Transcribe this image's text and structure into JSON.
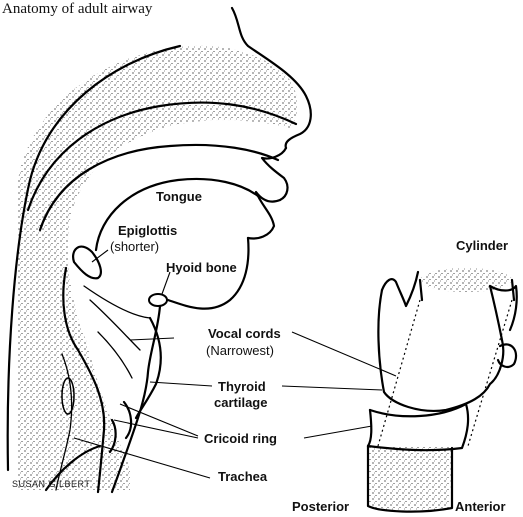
{
  "title": "Anatomy of adult airway",
  "labels": {
    "tongue": "Tongue",
    "epiglottis": "Epiglottis",
    "epiglottis_note": "(shorter)",
    "hyoid": "Hyoid bone",
    "vocal_cords": "Vocal cords",
    "vocal_cords_note": "(Narrowest)",
    "thyroid_1": "Thyroid",
    "thyroid_2": "cartilage",
    "cricoid": "Cricoid ring",
    "trachea": "Trachea",
    "cylinder": "Cylinder",
    "posterior": "Posterior",
    "anterior": "Anterior"
  },
  "credit": "SUSAN GILBERT"
}
